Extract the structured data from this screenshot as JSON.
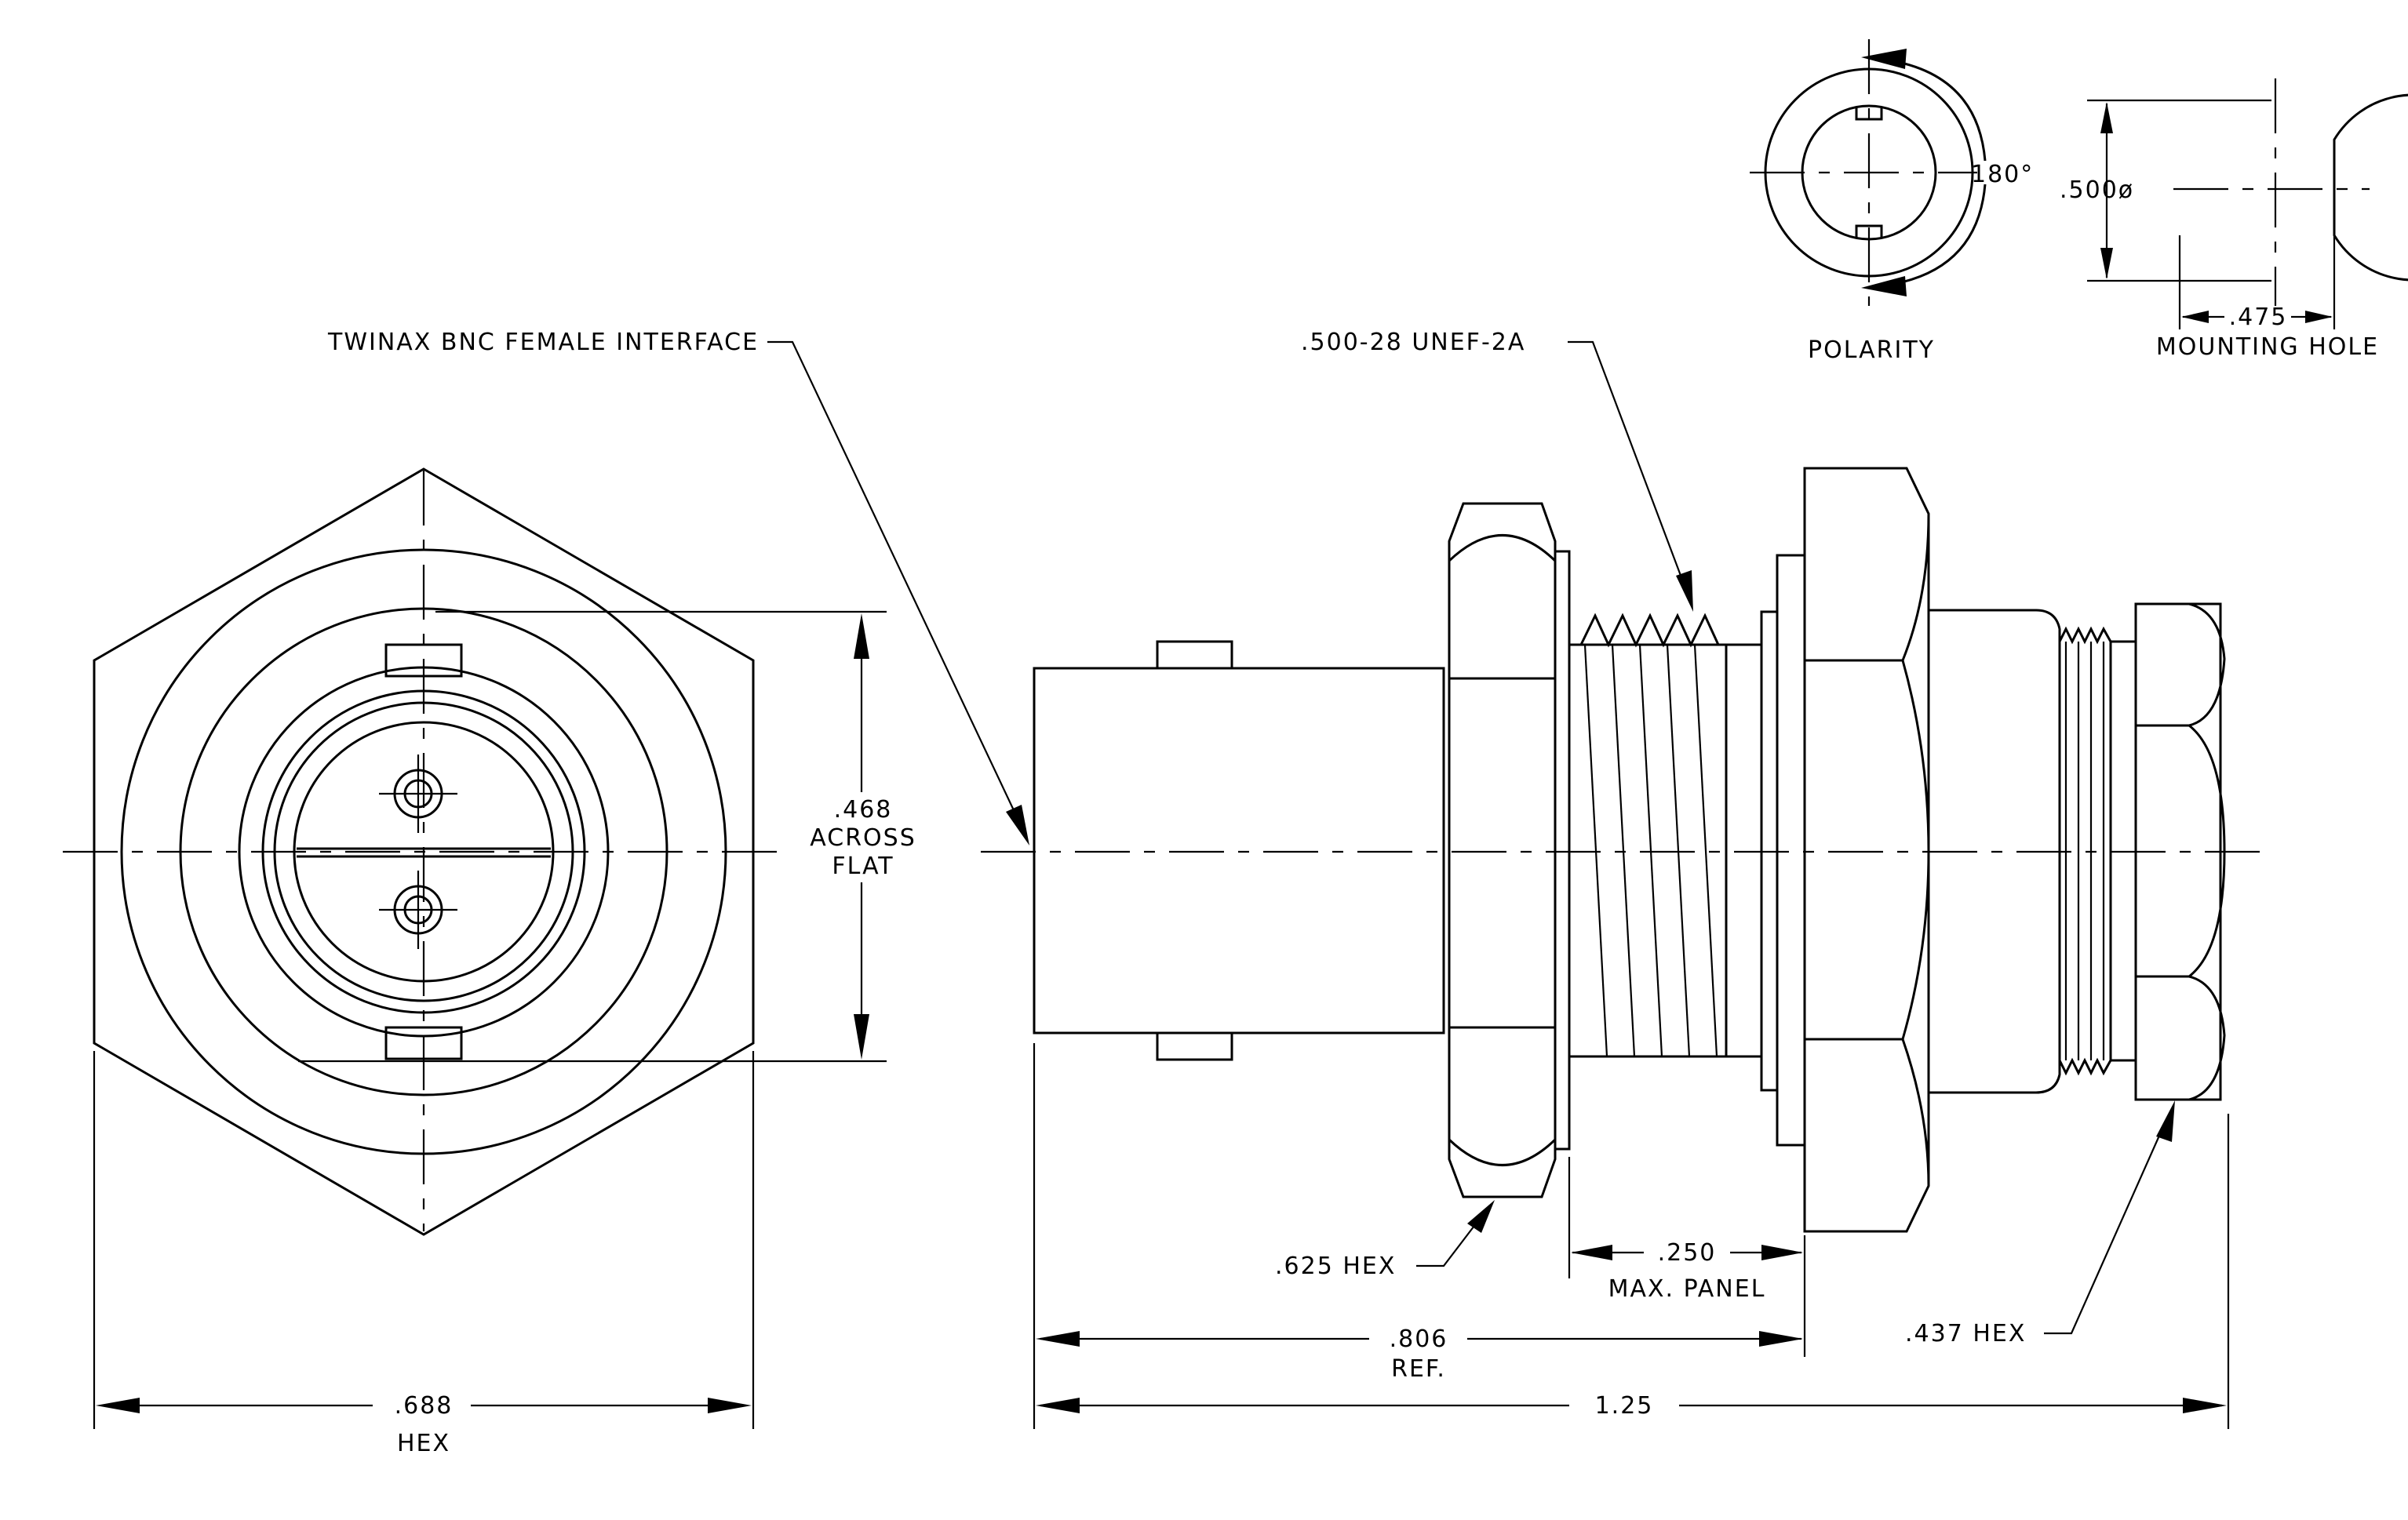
{
  "labels": {
    "interface": "TWINAX BNC FEMALE INTERFACE",
    "thread": ".500-28 UNEF-2A",
    "polarity": "POLARITY",
    "polarity_angle": "180°",
    "mounting_dia": ".500ø",
    "mounting_flat": ".475",
    "mounting_hole": "MOUNTING HOLE",
    "across_flat_value": ".468",
    "across_flat_line1": "ACROSS",
    "across_flat_line2": "FLAT",
    "hex_front_value": ".688",
    "hex_front_label": "HEX",
    "hex_625": ".625 HEX",
    "panel_value": ".250",
    "panel_label": "MAX. PANEL",
    "ref_value": ".806",
    "ref_label": "REF.",
    "overall_length": "1.25",
    "hex_437": ".437 HEX"
  }
}
